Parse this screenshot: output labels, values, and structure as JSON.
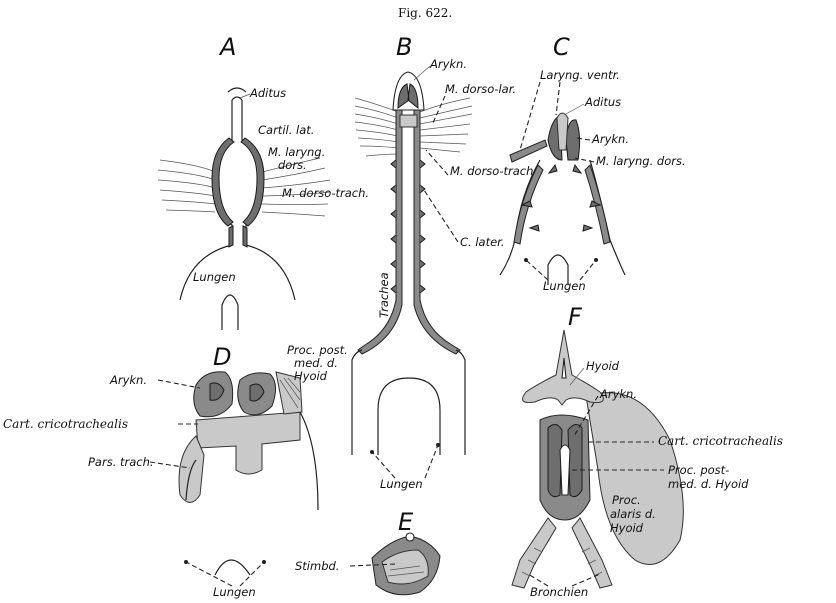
{
  "figure_title": "Fig. 622.",
  "panels": {
    "A": {
      "letter": "A",
      "labels": {
        "aditus": "Aditus",
        "cartil_lat": "Cartil. lat.",
        "m_laryng_dors": "M. laryng. dors.",
        "m_dorso_trach": "M. dorso-trach.",
        "lungen": "Lungen"
      }
    },
    "B": {
      "letter": "B",
      "labels": {
        "arykn": "Arykn.",
        "m_dorso_lar": "M. dorso-lar.",
        "m_dorso_trach": "M. dorso-trach.",
        "c_later": "C. later.",
        "trachea": "Trachea",
        "lungen": "Lungen"
      }
    },
    "C": {
      "letter": "C",
      "labels": {
        "laryng_ventr": "Laryng. ventr.",
        "aditus": "Aditus",
        "arykn": "Arykn.",
        "m_laryng_dors": "M. laryng. dors.",
        "lungen": "Lungen"
      }
    },
    "D": {
      "letter": "D",
      "labels": {
        "proc_post": "Proc. post. med. d. Hyoid",
        "arykn": "Arykn.",
        "cart_cricotrachealis": "Cart. cricotrachealis",
        "pars_trach": "Pars. trach.",
        "lungen": "Lungen"
      }
    },
    "E": {
      "letter": "E",
      "labels": {
        "stimbd": "Stimbd."
      }
    },
    "F": {
      "letter": "F",
      "labels": {
        "hyoid": "Hyoid",
        "arykn": "Arykn.",
        "cart_cricotrachealis": "Cart. cricotrachealis",
        "proc_post": "Proc. post. med. d. Hyoid",
        "proc_alaris": "Proc. alaris d. Hyoid",
        "bronchien": "Bronchien"
      }
    }
  }
}
